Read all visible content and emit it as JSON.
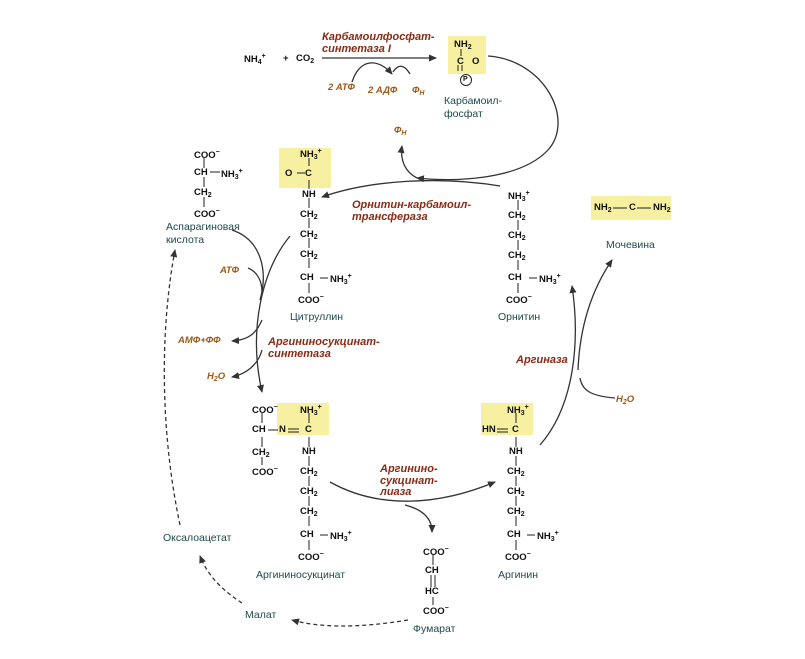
{
  "reaction1": {
    "nh4": "NH4+",
    "plus": "+",
    "co2": "CO2",
    "atp": "2 АТФ",
    "adp": "2 АДФ",
    "pi": "ФН",
    "pi_release": "ФН"
  },
  "enzymes": {
    "cps1_line1": "Карбамоилфосфат-",
    "cps1_line2": "синтетаза I",
    "otc_line1": "Орнитин-карбамоил-",
    "otc_line2": "трансфераза",
    "ass_line1": "Аргининосукцинат-",
    "ass_line2": "синтетаза",
    "asl_line1": "Аргинино-",
    "asl_line2": "сукцинат-",
    "asl_line3": "лиаза",
    "arginase": "Аргиназа"
  },
  "cofactors": {
    "atp": "АТФ",
    "amp_ppi": "АМФ+ФФ",
    "h2o_out": "H2O",
    "h2o_in": "H2O"
  },
  "compounds": {
    "carbamoyl_phosphate_line1": "Карбамоил-",
    "carbamoyl_phosphate_line2": "фосфат",
    "aspartate_line1": "Аспарагиновая",
    "aspartate_line2": "кислота",
    "citrulline": "Цитруллин",
    "ornithine": "Орнитин",
    "urea": "Мочевина",
    "argininosuccinate": "Аргининосукцинат",
    "arginine": "Аргинин",
    "fumarate": "Фумарат",
    "malate": "Малат",
    "oxaloacetate": "Оксалоацетат"
  }
}
